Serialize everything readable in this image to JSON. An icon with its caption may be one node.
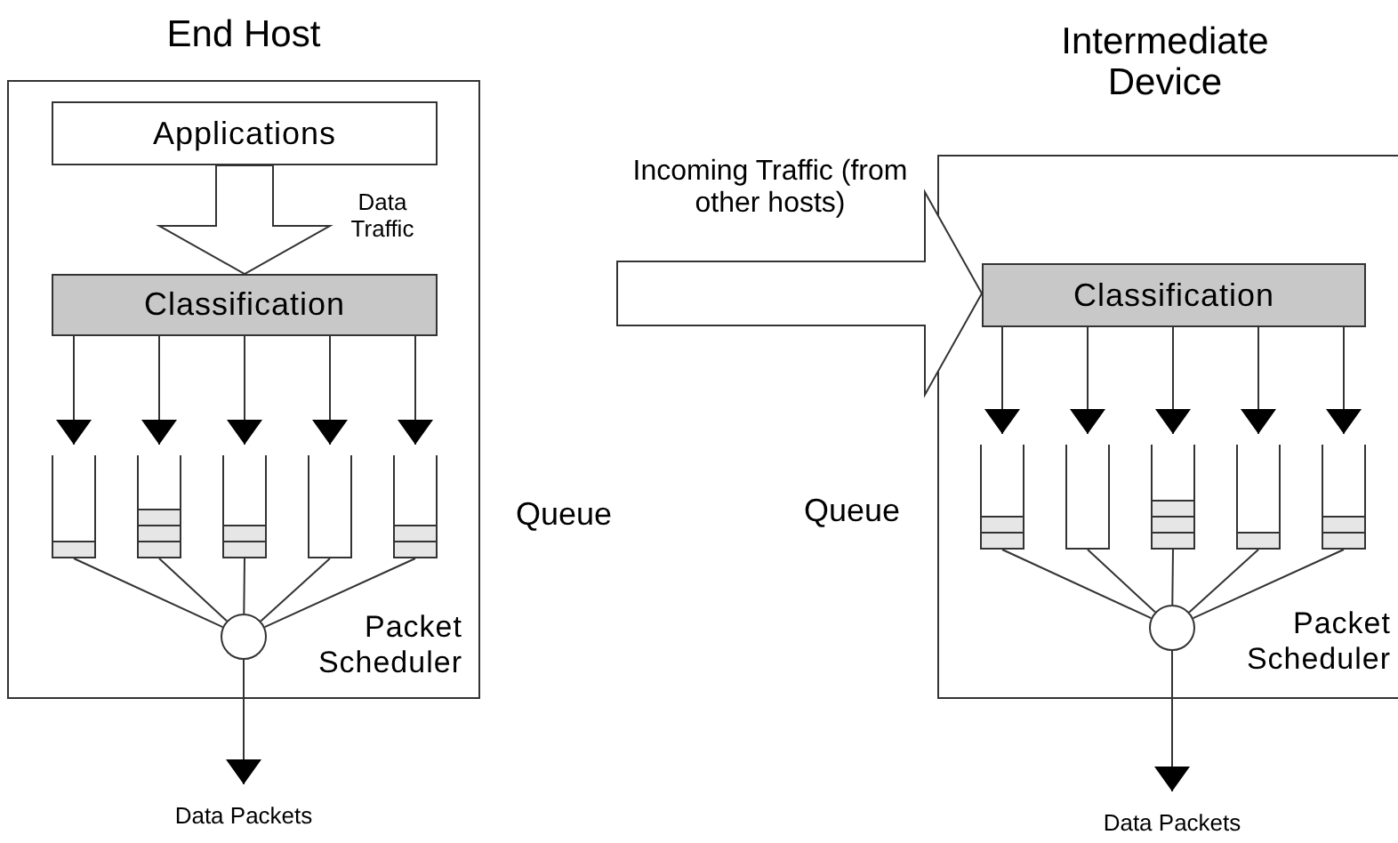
{
  "diagram": {
    "nodes": [
      {
        "text": [
          "End Host"
        ]
      },
      {
        "text": [
          "Applications"
        ],
        "in": 0
      },
      {
        "text": [
          "Classification"
        ],
        "in": 0
      },
      {
        "text": [],
        "shape": "box",
        "in": 0
      },
      {
        "text": [],
        "shape": "box",
        "in": 0
      },
      {
        "text": [],
        "shape": "box",
        "in": 0
      },
      {
        "text": [],
        "shape": "box",
        "in": 0
      },
      {
        "text": [],
        "shape": "box",
        "in": 0
      },
      {
        "text": [],
        "shape": "circle",
        "in": 0,
        "beside": [
          "Packet Scheduler"
        ]
      },
      {
        "text": [
          "Data Packets"
        ]
      },
      {
        "text": [
          "Intermediate Device"
        ]
      },
      {
        "text": [
          "Classification"
        ],
        "in": 10
      },
      {
        "text": [],
        "shape": "box",
        "in": 10
      },
      {
        "text": [],
        "shape": "box",
        "in": 10
      },
      {
        "text": [],
        "shape": "box",
        "in": 10
      },
      {
        "text": [],
        "shape": "box",
        "in": 10
      },
      {
        "text": [],
        "shape": "box",
        "in": 10
      },
      {
        "text": [],
        "shape": "circle",
        "in": 10,
        "beside": [
          "Packet Scheduler"
        ]
      },
      {
        "text": [
          "Data Packets"
        ]
      }
    ],
    "edges": [
      {
        "from": 1,
        "to": 2,
        "arrow": "to",
        "label": "Data Traffic"
      },
      {
        "from": 2,
        "to": 3,
        "arrow": "to"
      },
      {
        "from": 2,
        "to": 4,
        "arrow": "to"
      },
      {
        "from": 2,
        "to": 5,
        "arrow": "to"
      },
      {
        "from": 2,
        "to": 6,
        "arrow": "to"
      },
      {
        "from": 2,
        "to": 7,
        "arrow": "to"
      },
      {
        "from": 3,
        "to": 8,
        "arrow": "none"
      },
      {
        "from": 4,
        "to": 8,
        "arrow": "none"
      },
      {
        "from": 5,
        "to": 8,
        "arrow": "none"
      },
      {
        "from": 6,
        "to": 8,
        "arrow": "none"
      },
      {
        "from": 7,
        "to": 8,
        "arrow": "none"
      },
      {
        "from": 8,
        "to": 9,
        "arrow": "to"
      },
      {
        "from": null,
        "to": 11,
        "arrow": "to",
        "label": "Incoming Traffic (from other hosts)"
      },
      {
        "from": 11,
        "to": 12,
        "arrow": "to"
      },
      {
        "from": 11,
        "to": 13,
        "arrow": "to"
      },
      {
        "from": 11,
        "to": 14,
        "arrow": "to"
      },
      {
        "from": 11,
        "to": 15,
        "arrow": "to"
      },
      {
        "from": 11,
        "to": 16,
        "arrow": "to"
      },
      {
        "from": 12,
        "to": 17,
        "arrow": "none"
      },
      {
        "from": 13,
        "to": 17,
        "arrow": "none"
      },
      {
        "from": 14,
        "to": 17,
        "arrow": "none"
      },
      {
        "from": 15,
        "to": 17,
        "arrow": "none"
      },
      {
        "from": 16,
        "to": 17,
        "arrow": "none"
      },
      {
        "from": 17,
        "to": 18,
        "arrow": "to"
      }
    ],
    "labels": [
      "Queue",
      "Queue"
    ]
  }
}
